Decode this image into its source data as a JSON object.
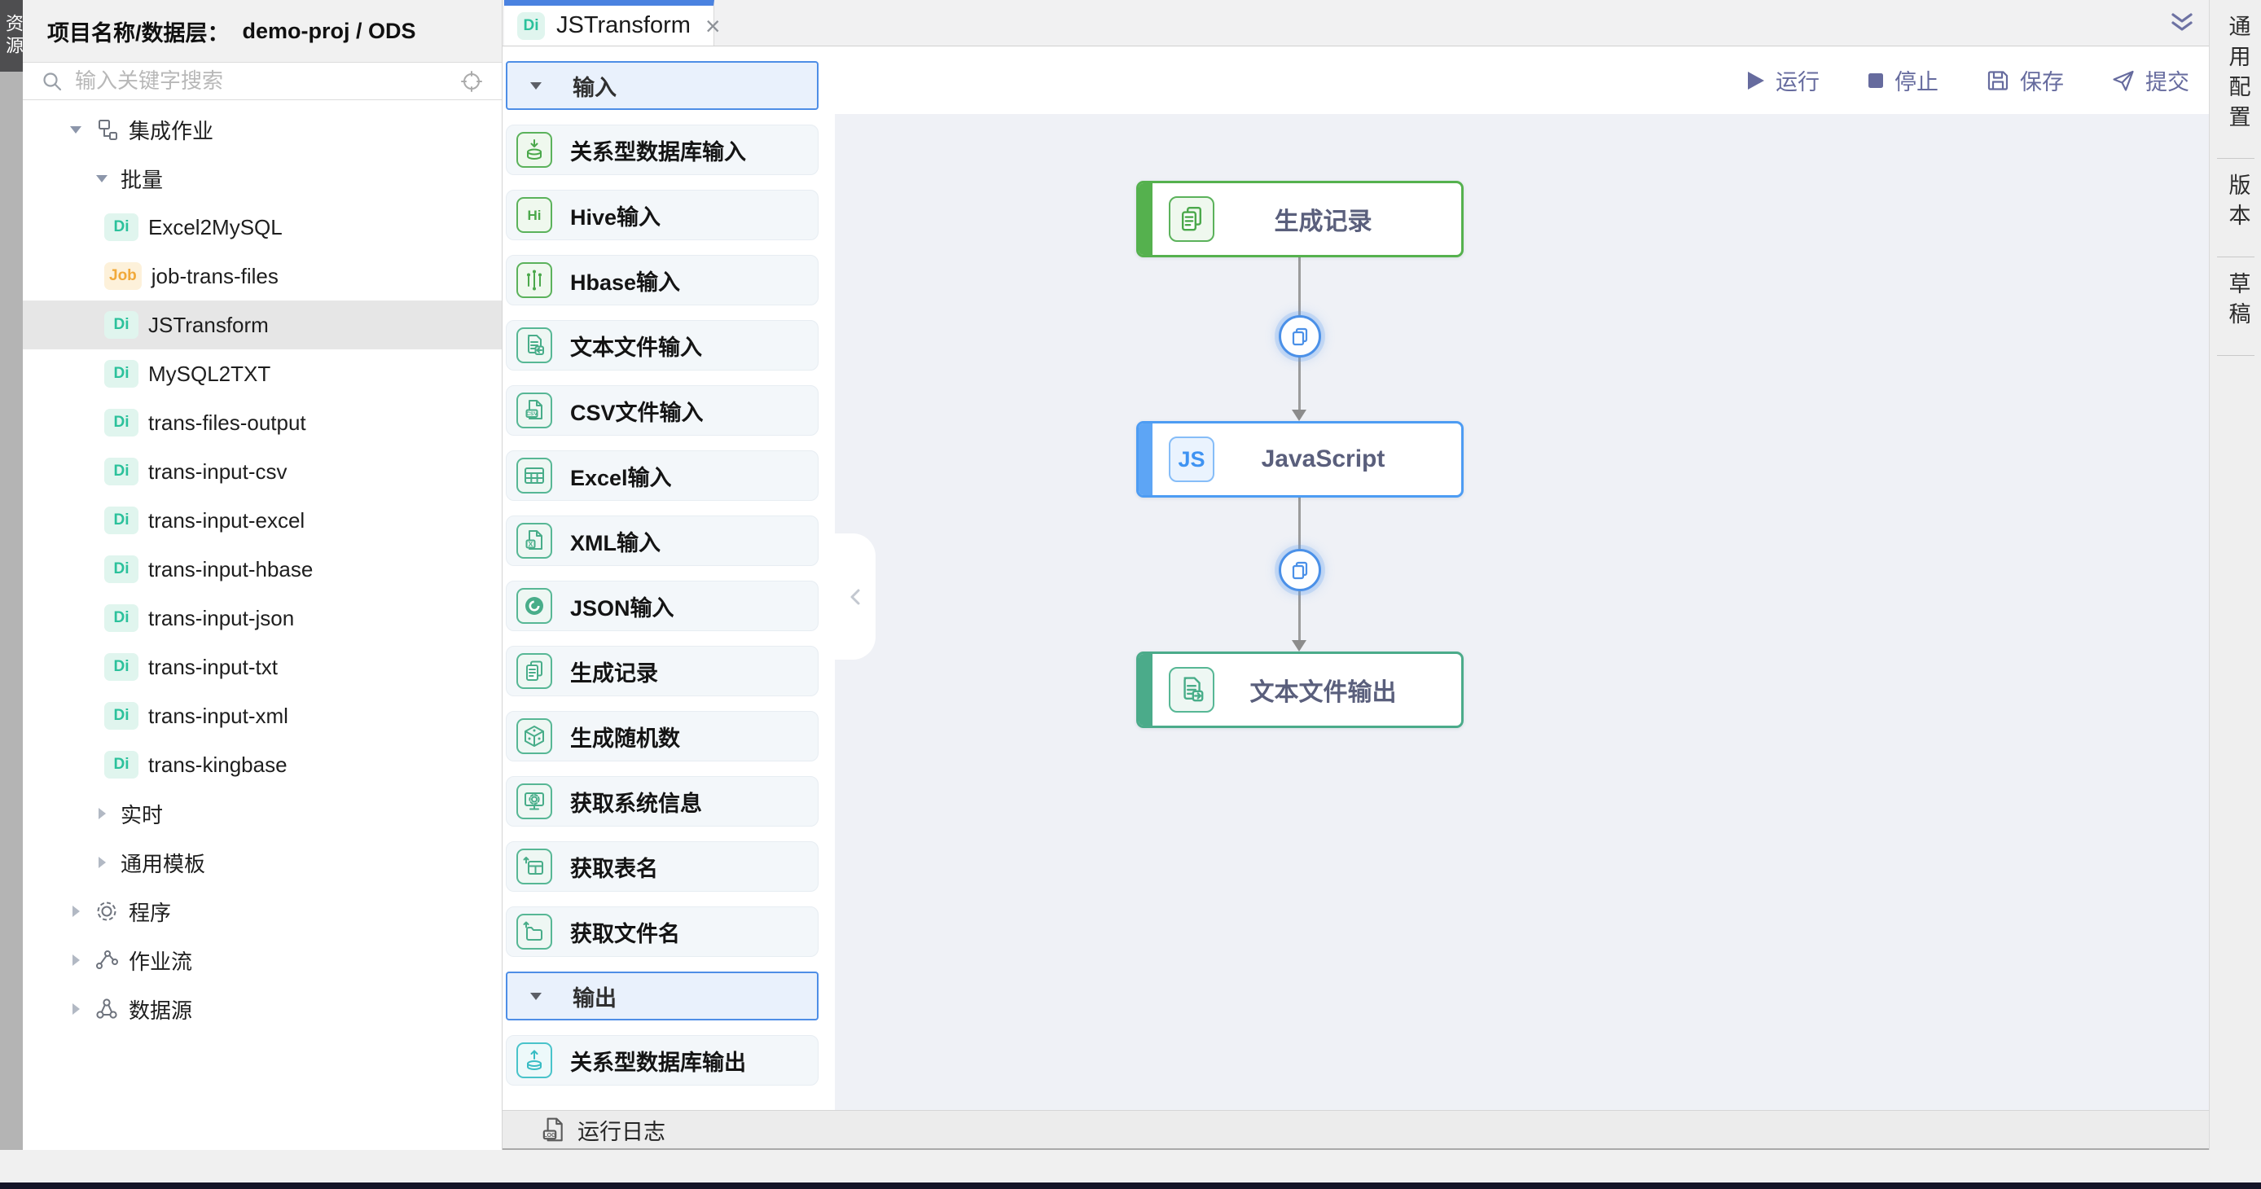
{
  "left_rail": {
    "resources_tab": "资源"
  },
  "sidebar": {
    "header_label": "项目名称/数据层：",
    "header_value": "demo-proj / ODS",
    "search_placeholder": "输入关键字搜索",
    "tree": [
      {
        "label": "集成作业"
      },
      {
        "label": "批量"
      },
      {
        "badge": "Di",
        "label": "Excel2MySQL"
      },
      {
        "badge": "Job",
        "label": "job-trans-files"
      },
      {
        "badge": "Di",
        "label": "JSTransform",
        "selected": true
      },
      {
        "badge": "Di",
        "label": "MySQL2TXT"
      },
      {
        "badge": "Di",
        "label": "trans-files-output"
      },
      {
        "badge": "Di",
        "label": "trans-input-csv"
      },
      {
        "badge": "Di",
        "label": "trans-input-excel"
      },
      {
        "badge": "Di",
        "label": "trans-input-hbase"
      },
      {
        "badge": "Di",
        "label": "trans-input-json"
      },
      {
        "badge": "Di",
        "label": "trans-input-txt"
      },
      {
        "badge": "Di",
        "label": "trans-input-xml"
      },
      {
        "badge": "Di",
        "label": "trans-kingbase"
      },
      {
        "label": "实时"
      },
      {
        "label": "通用模板"
      },
      {
        "label": "程序"
      },
      {
        "label": "作业流"
      },
      {
        "label": "数据源"
      }
    ]
  },
  "tabbar": {
    "active_tab": {
      "badge": "Di",
      "label": "JSTransform",
      "close": "×"
    }
  },
  "toolbar": {
    "run": "运行",
    "stop": "停止",
    "save": "保存",
    "submit": "提交"
  },
  "palette": {
    "input_header": "输入",
    "output_header": "输出",
    "input_items": [
      {
        "icon": "db-input-icon",
        "label": "关系型数据库输入"
      },
      {
        "icon": "hive-icon",
        "label": "Hive输入",
        "icon_text": "Hi"
      },
      {
        "icon": "hbase-icon",
        "label": "Hbase输入"
      },
      {
        "icon": "text-file-input-icon",
        "label": "文本文件输入"
      },
      {
        "icon": "csv-file-icon",
        "label": "CSV文件输入",
        "icon_text": "CSV"
      },
      {
        "icon": "excel-icon",
        "label": "Excel输入"
      },
      {
        "icon": "xml-file-icon",
        "label": "XML输入",
        "icon_text": "X"
      },
      {
        "icon": "json-icon",
        "label": "JSON输入"
      },
      {
        "icon": "generate-records-icon",
        "label": "生成记录"
      },
      {
        "icon": "dice-icon",
        "label": "生成随机数"
      },
      {
        "icon": "system-info-icon",
        "label": "获取系统信息"
      },
      {
        "icon": "table-name-icon",
        "label": "获取表名"
      },
      {
        "icon": "file-name-icon",
        "label": "获取文件名"
      }
    ],
    "output_items": [
      {
        "icon": "db-output-icon",
        "label": "关系型数据库输出"
      }
    ]
  },
  "canvas": {
    "nodes": [
      {
        "label": "生成记录",
        "color": "#55b14e"
      },
      {
        "label": "JavaScript",
        "icon_text": "JS",
        "color": "#4d9cf3"
      },
      {
        "label": "文本文件输出",
        "color": "#4bab8a"
      }
    ]
  },
  "bottom_bar": {
    "log_label": "运行日志"
  },
  "right_rail": {
    "tabs": [
      "通用配置",
      "版本",
      "草稿"
    ]
  },
  "colors": {
    "accent_blue": "#4a82e0",
    "toolbar_purple": "#666b9e",
    "di_badge": "#2bc19b",
    "job_badge": "#f1a93a"
  }
}
